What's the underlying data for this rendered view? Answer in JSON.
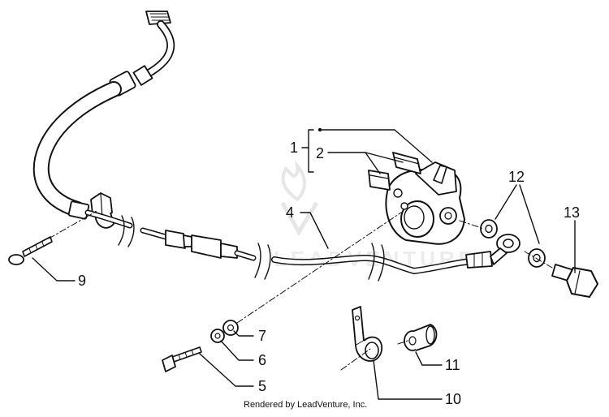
{
  "callouts": [
    {
      "id": "1",
      "label": "1"
    },
    {
      "id": "2",
      "label": "2"
    },
    {
      "id": "4",
      "label": "4"
    },
    {
      "id": "5",
      "label": "5"
    },
    {
      "id": "6",
      "label": "6"
    },
    {
      "id": "7",
      "label": "7"
    },
    {
      "id": "9",
      "label": "9"
    },
    {
      "id": "10",
      "label": "10"
    },
    {
      "id": "11",
      "label": "11"
    },
    {
      "id": "12",
      "label": "12"
    },
    {
      "id": "13",
      "label": "13"
    }
  ],
  "credit": "Rendered by LeadVenture, Inc.",
  "watermark": {
    "text": "LEADVENTURE"
  },
  "colors": {
    "ink": "#111111",
    "watermark": "#e6e6e6",
    "background": "#ffffff"
  }
}
